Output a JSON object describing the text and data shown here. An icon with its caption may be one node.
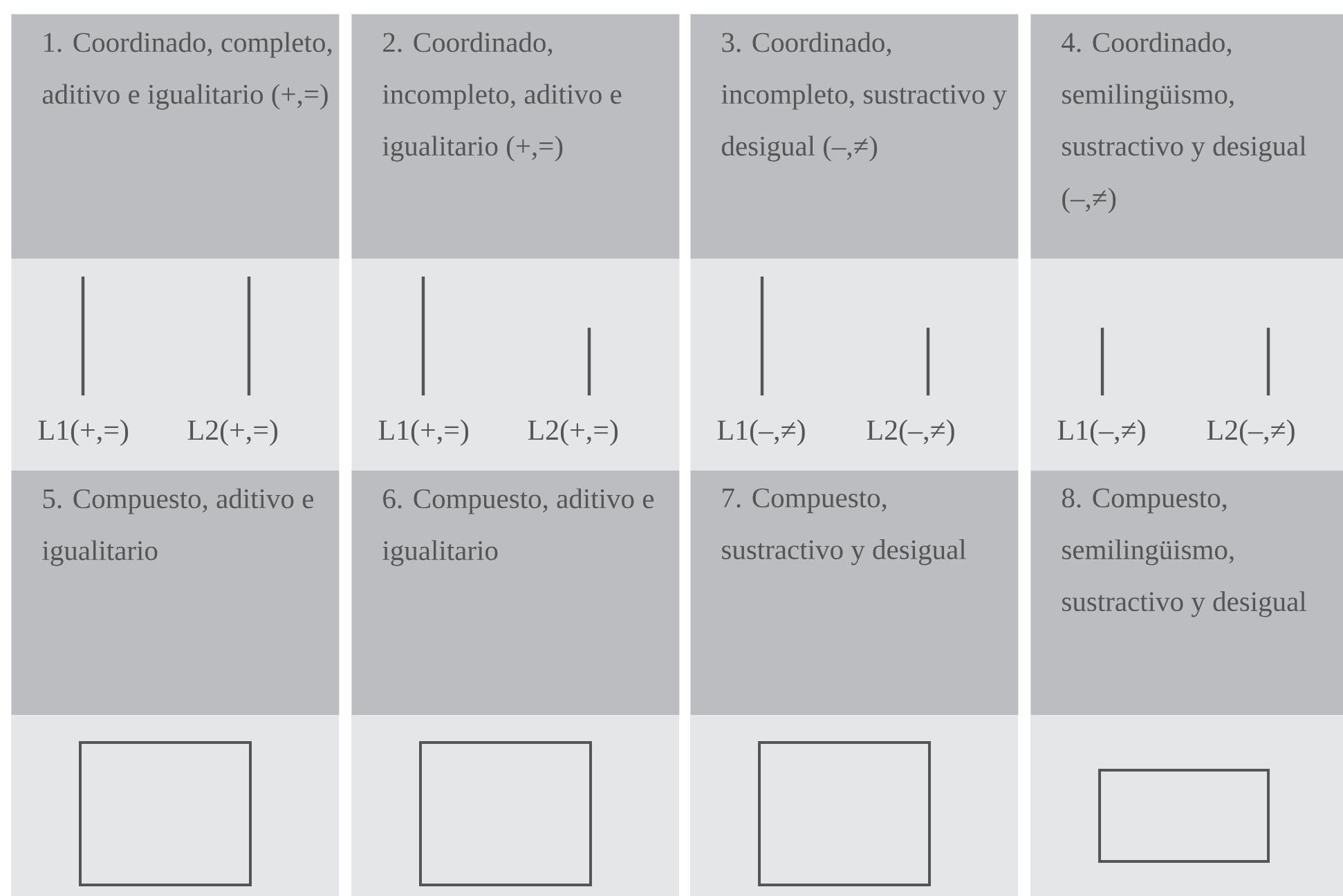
{
  "diagram": {
    "nodes": [
      {
        "text": [
          "1. Coordinado, completo, aditivo e igualitario (+,=)"
        ]
      },
      {
        "text": [
          "2. Coordinado, incompleto, aditivo e igualitario (+,=)"
        ]
      },
      {
        "text": [
          "3. Coordinado, incompleto, sustractivo y desigual (–,≠)"
        ]
      },
      {
        "text": [
          "4. Coordinado, semilingüismo, sustractivo y desigual (–,≠)"
        ]
      },
      {
        "text": [
          "L1(+,=)",
          "L2(+,=)"
        ]
      },
      {
        "text": [
          "L1(+,=)",
          "L2(+,=)"
        ]
      },
      {
        "text": [
          "L1(–,≠)",
          "L2(–,≠)"
        ]
      },
      {
        "text": [
          "L1(–,≠)",
          "L2(–,≠)"
        ]
      },
      {
        "text": [
          "5. Compuesto, aditivo e igualitario"
        ]
      },
      {
        "text": [
          "6. Compuesto, aditivo e igualitario"
        ]
      },
      {
        "text": [
          "7. Compuesto, sustractivo y desigual"
        ]
      },
      {
        "text": [
          "8. Compuesto, semilingüismo, sustractivo y desigual"
        ]
      },
      {
        "text": [],
        "shape": "box"
      },
      {
        "text": [],
        "shape": "box"
      },
      {
        "text": [],
        "shape": "box"
      },
      {
        "text": [],
        "shape": "box"
      }
    ]
  }
}
